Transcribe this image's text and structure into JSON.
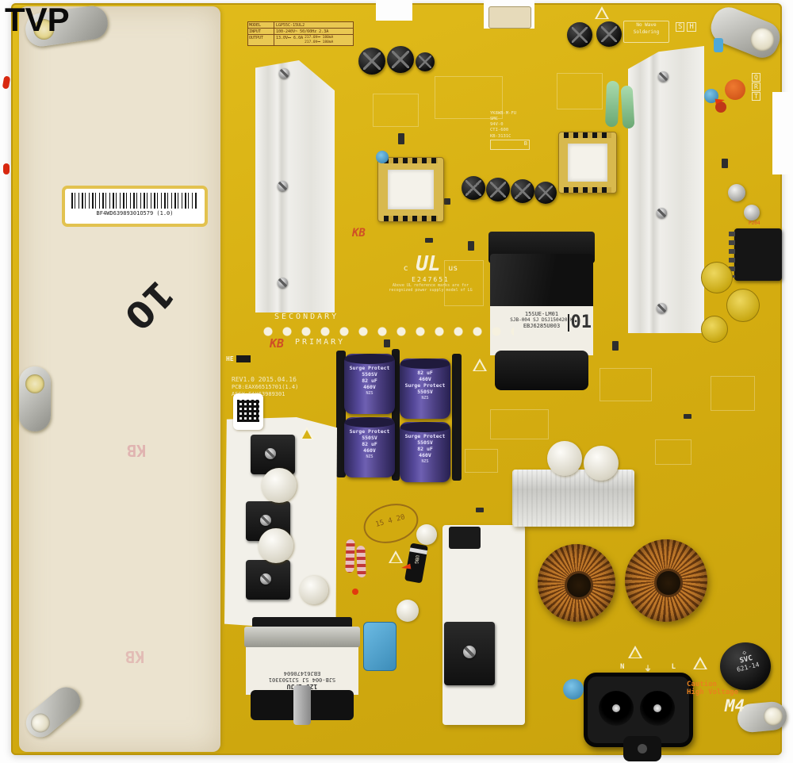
{
  "watermark": "TVP",
  "colors": {
    "board_yellow": "#d7b217",
    "insulator_cream": "#ebe3cf",
    "copper_winding": "#b06a1e",
    "capacitor_purple": "#4a3e78",
    "kb_logo_orange": "#cf4f26",
    "caution_orange": "#e8821e",
    "heatsink_silver": "#e9e8e4",
    "silkscreen_white": "#f7f2dc"
  },
  "insulator": {
    "barcode_text": "BF4WD63989301O579 (1.0)",
    "handwritten": "10",
    "faint_mark": "KB"
  },
  "model_sticker": {
    "row1_key": "MODEL",
    "row1_val": "LGP55C-15UL2",
    "row2_key": "INPUT",
    "row2_val": "100-240V~ 50/60Hz 2.3A",
    "row3_key": "OUTPUT",
    "row3_val": "13.0V⎓ 6.0A",
    "row3_val2": "217.0V⎓ 180mA",
    "row3_val3": "217.0V⎓ 180mA"
  },
  "silkscreen": {
    "secondary": "SECONDARY",
    "primary": "PRIMARY",
    "kb": "KB",
    "he": "HE",
    "rev1": "REV1.0   2015.04.16",
    "rev2": "PCB:EAX66515701(1.4)",
    "rev3": "ASSY:EAY63989301",
    "ul_c": "c",
    "ul_core": "UL",
    "ul_us": "us",
    "ul_number": "E247651",
    "ul_cap1": "Above UL reference marks are for",
    "ul_cap2": "recognized power supply model of LG",
    "n": "N",
    "earth": "⏚",
    "l": "L",
    "p204": "P204",
    "s": "S",
    "h": "H",
    "q": "Q",
    "r": "R",
    "t": "T",
    "no_wave1": "No Wave",
    "no_wave2": "Soldering",
    "caution1": "Caution",
    "caution2": "High Voltage",
    "m4": "M4"
  },
  "stamps": {
    "ink_lines": [
      "YK8WB-M-FU",
      "SMC",
      "94V-0",
      "CTI-600",
      "KB-3131C"
    ],
    "ink_code": "B",
    "inspection": "15 4 20"
  },
  "main_transformer": {
    "l1": "15SUE-LM01",
    "l2": "SJB-004 SJ DSJ150420 K",
    "big": "01",
    "l3": "EBJ6285U003"
  },
  "bottom_transformer": {
    "l1": "125-LPJU",
    "l2": "SJB-004 SJ SJ1503301",
    "l3": "EBJ61470604"
  },
  "surge_cap": {
    "l1": "Surge Protect",
    "l2": "550SV",
    "l3": "82 uF",
    "l4": "460V",
    "brand": "NZS"
  },
  "svc_disc": {
    "icon": "◇",
    "l1": "SVC",
    "l2": "621-14"
  },
  "diode_label": "UBG"
}
